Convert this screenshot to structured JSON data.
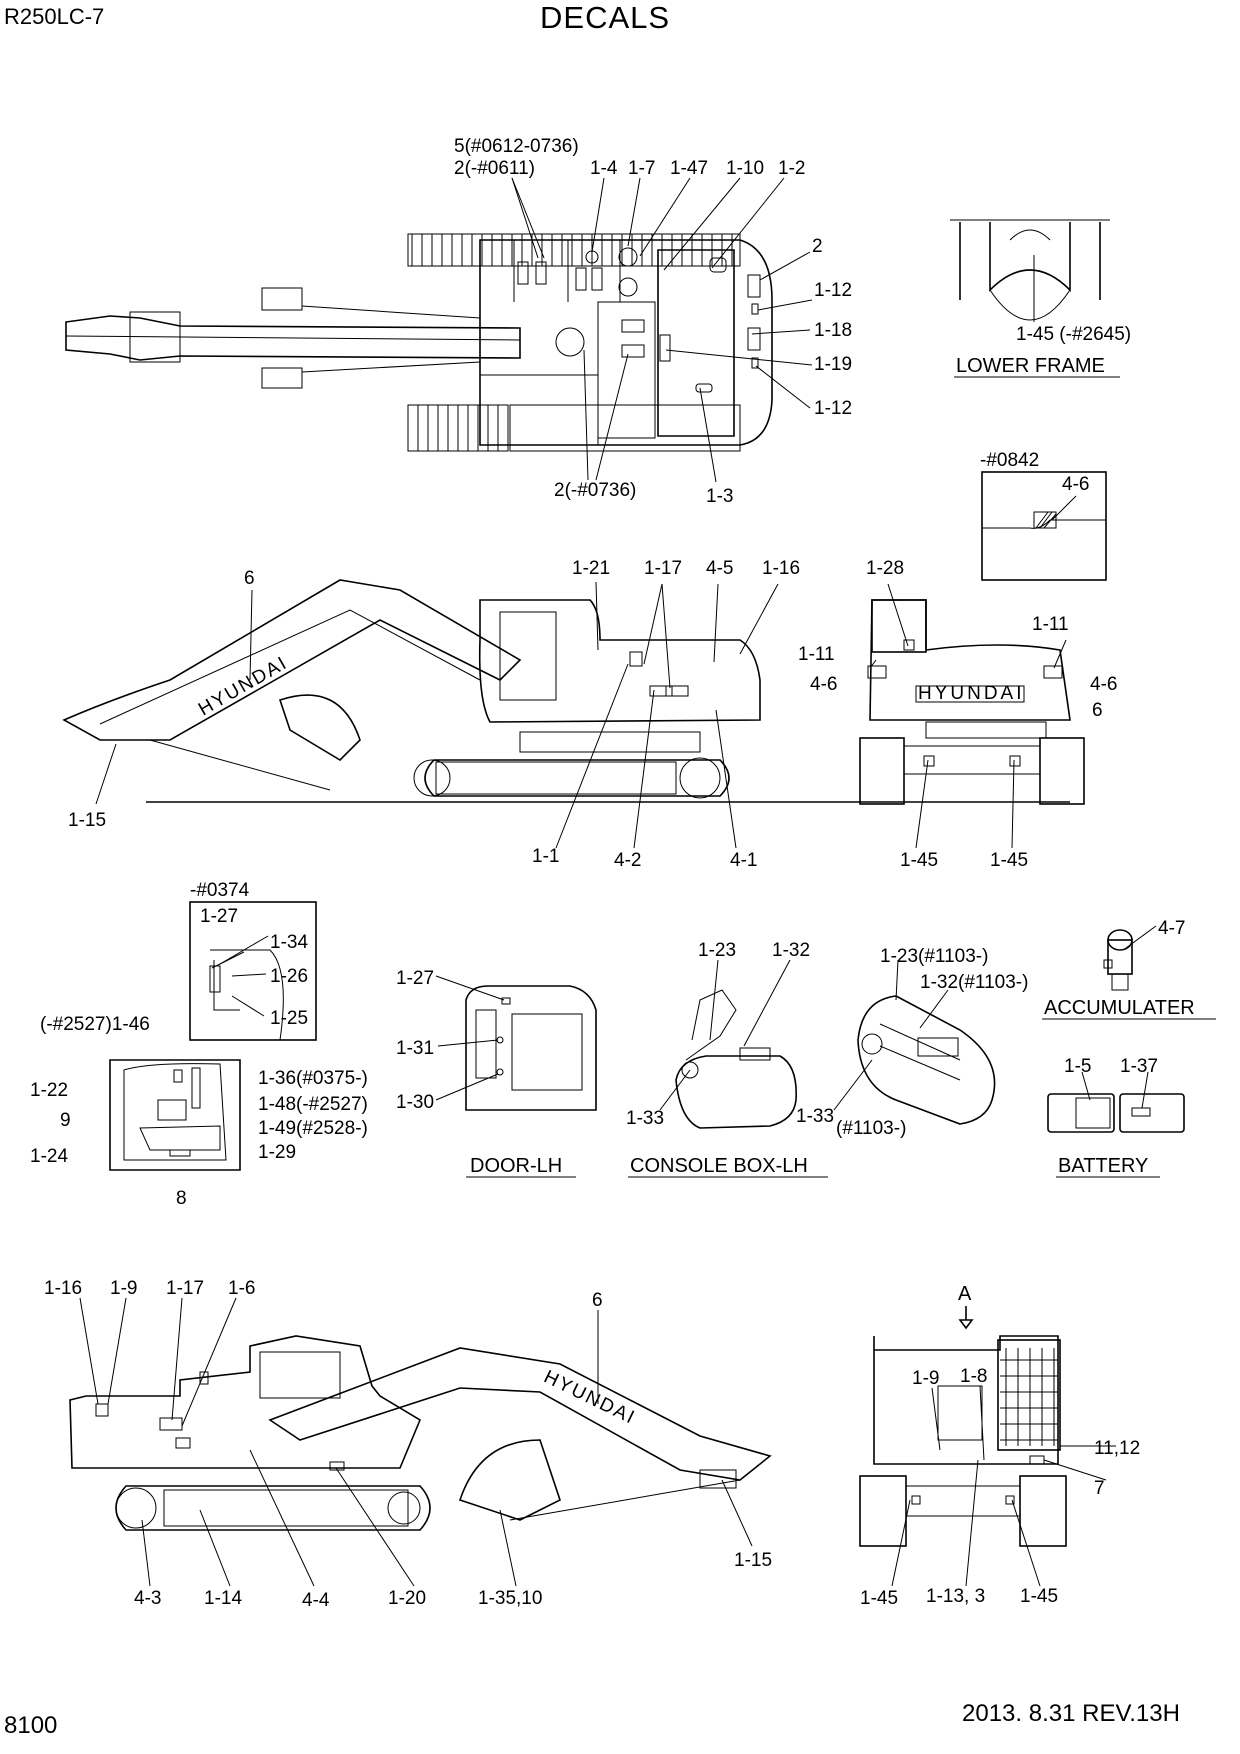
{
  "header": {
    "model": "R250LC-7",
    "title": "DECALS"
  },
  "footer": {
    "page_number": "8100",
    "revision": "2013. 8.31  REV.13H"
  },
  "captions": {
    "lower_frame": "LOWER FRAME",
    "door_lh": "DOOR-LH",
    "console_box_lh": "CONSOLE BOX-LH",
    "accumulater": "ACCUMULATER",
    "battery": "BATTERY",
    "view_a": "A",
    "serial_0842": "-#0842",
    "serial_0374": "-#0374"
  },
  "brand_text": "HYUNDAI",
  "callouts": {
    "top_view": [
      "5(#0612-0736)",
      "2(-#0611)",
      "1-4",
      "1-7",
      "1-47",
      "1-10",
      "1-2",
      "2",
      "1-12",
      "1-18",
      "1-19",
      "1-12",
      "2(-#0736)",
      "1-3"
    ],
    "lower_frame": [
      "1-45 (-#2645)"
    ],
    "box_0842": [
      "4-6"
    ],
    "side_lh": [
      "6",
      "1-21",
      "1-17",
      "4-5",
      "1-16",
      "1-15",
      "1-1",
      "4-2",
      "4-1"
    ],
    "front_view": [
      "1-28",
      "1-11",
      "1-11",
      "4-6",
      "4-6",
      "6",
      "1-45",
      "1-45"
    ],
    "cab_inset": [
      "1-27",
      "1-34",
      "1-26",
      "1-25"
    ],
    "cab_interior": [
      "(-#2527)1-46",
      "1-22",
      "9",
      "1-24",
      "8",
      "1-36(#0375-)",
      "1-48(-#2527)",
      "1-49(#2528-)",
      "1-29"
    ],
    "door": [
      "1-27",
      "1-31",
      "1-30"
    ],
    "console_left": [
      "1-23",
      "1-32",
      "1-33"
    ],
    "console_right": [
      "1-23(#1103-)",
      "1-32(#1103-)",
      "1-33",
      "(#1103-)"
    ],
    "accumulater": [
      "4-7"
    ],
    "battery": [
      "1-5",
      "1-37"
    ],
    "side_rh": [
      "1-16",
      "1-9",
      "1-17",
      "1-6",
      "6",
      "1-15",
      "4-3",
      "1-14",
      "4-4",
      "1-20",
      "1-35,10"
    ],
    "rear_view": [
      "1-9",
      "1-8",
      "11,12",
      "7",
      "1-45",
      "1-13, 3",
      "1-45"
    ]
  }
}
